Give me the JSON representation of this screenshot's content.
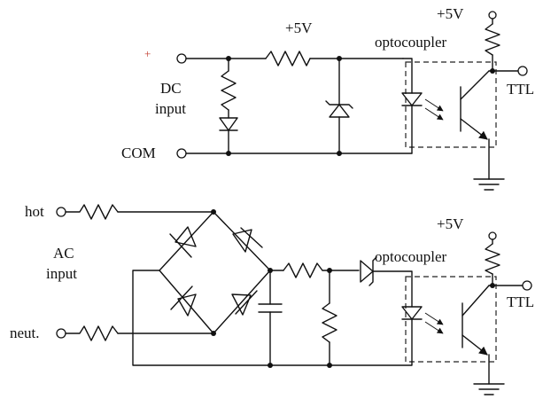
{
  "top_circuit": {
    "plus_sign": "+",
    "input_label_line1": "DC",
    "input_label_line2": "input",
    "com_label": "COM",
    "supply_label": "+5V",
    "opto_supply_label": "+5V",
    "opto_label": "optocoupler",
    "output_label": "TTL"
  },
  "bottom_circuit": {
    "hot_label": "hot",
    "input_label_line1": "AC",
    "input_label_line2": "input",
    "neutral_label": "neut.",
    "opto_supply_label": "+5V",
    "opto_label": "optocoupler",
    "output_label": "TTL"
  }
}
